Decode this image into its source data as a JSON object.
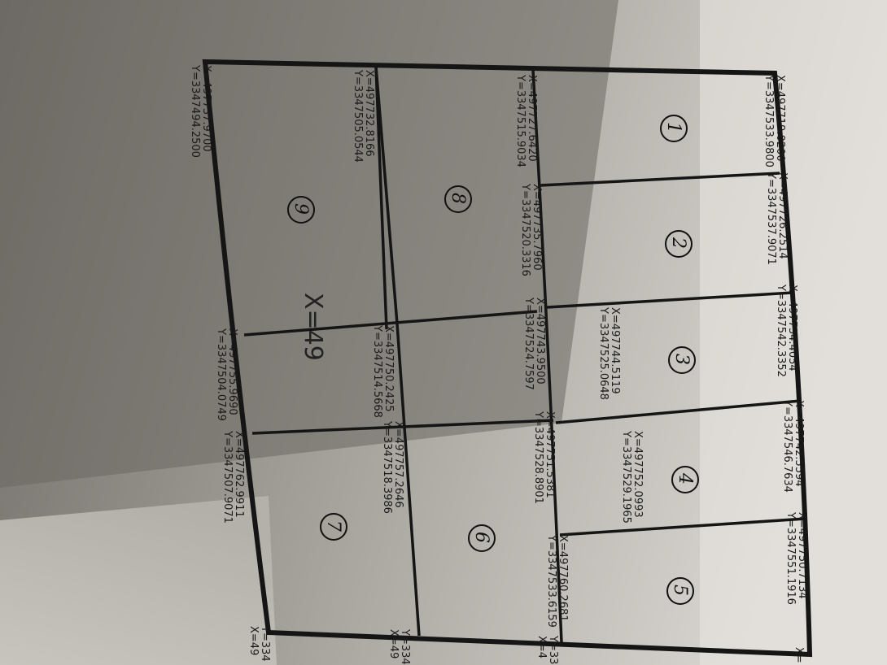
{
  "axis_label": "X=49",
  "parcels": [
    {
      "id": "1",
      "label": "1"
    },
    {
      "id": "2",
      "label": "2"
    },
    {
      "id": "3",
      "label": "3"
    },
    {
      "id": "4",
      "label": "4"
    },
    {
      "id": "5",
      "label": "5"
    },
    {
      "id": "6",
      "label": "6"
    },
    {
      "id": "7",
      "label": "7"
    },
    {
      "id": "8",
      "label": "8"
    },
    {
      "id": "9",
      "label": "9"
    }
  ],
  "coords": [
    {
      "x": "X=497719.0200",
      "y": "Y=3347533.9800"
    },
    {
      "x": "X=497726.2514",
      "y": "Y=3347537.9071"
    },
    {
      "x": "X=497734.4054",
      "y": "Y=3347542.3352"
    },
    {
      "x": "X=497742.5594",
      "y": "Y=3347546.7634"
    },
    {
      "x": "X=497750.7134",
      "y": "Y=3347551.1916"
    },
    {
      "x": "X=497737.9700",
      "y": "Y=3347494.2500"
    },
    {
      "x": "X=497732.8166",
      "y": "Y=3347505.0544"
    },
    {
      "x": "X=497727.6420",
      "y": "Y=3347515.9034"
    },
    {
      "x": "X=497735.7960",
      "y": "Y=3347520.3316"
    },
    {
      "x": "X=497744.5119",
      "y": "Y=3347525.0648"
    },
    {
      "x": "X=497743.9500",
      "y": "Y=3347524.7597"
    },
    {
      "x": "X=497750.2425",
      "y": "Y=3347514.5668"
    },
    {
      "x": "X=497755.9690",
      "y": "Y=3347504.0749"
    },
    {
      "x": "X=497752.0993",
      "y": "Y=3347529.1965"
    },
    {
      "x": "X=497751.5381",
      "y": "Y=3347528.8901"
    },
    {
      "x": "X=497757.2646",
      "y": "Y=3347518.3986"
    },
    {
      "x": "X=497762.9911",
      "y": "Y=3347507.9071"
    },
    {
      "x": "X=497760.2681",
      "y": "Y=3347533.6159"
    }
  ],
  "edge_fragments": [
    "Y=334",
    "X=49",
    "Y=334",
    "X=49",
    "Y=33",
    "X=4",
    "X="
  ]
}
